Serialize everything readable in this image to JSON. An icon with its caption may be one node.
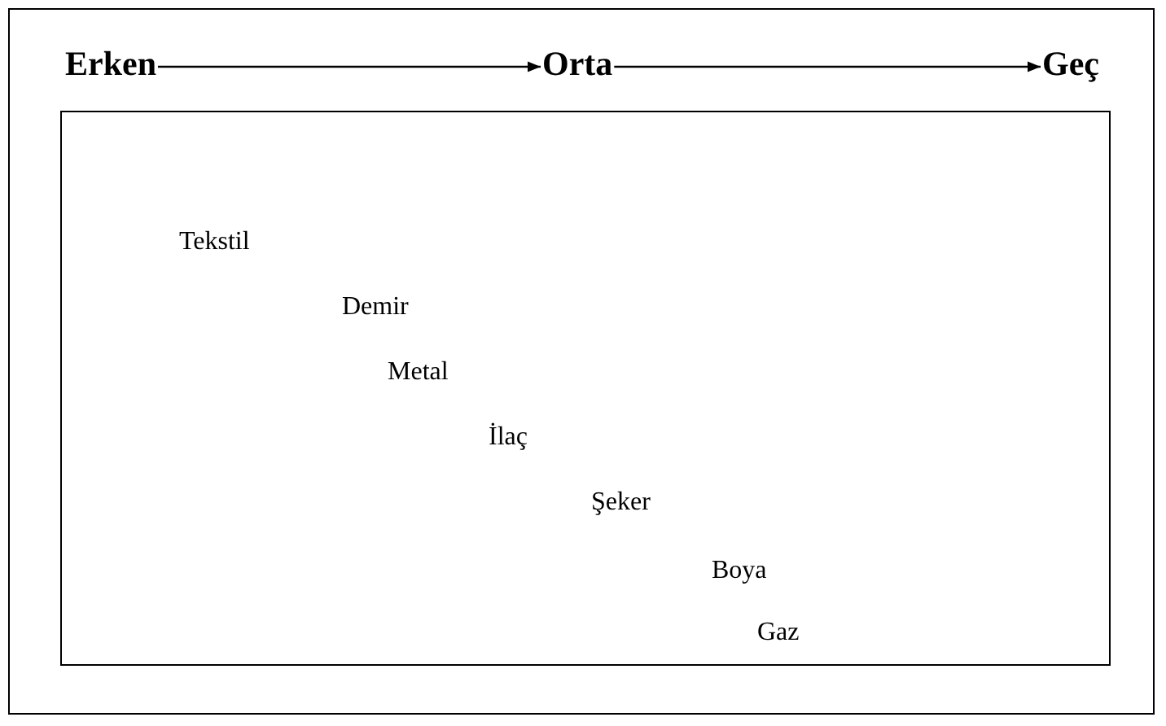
{
  "diagram": {
    "nodes": [
      {
        "text": [
          "Erken"
        ]
      },
      {
        "text": [
          "Orta"
        ]
      },
      {
        "text": [
          "Geç"
        ]
      },
      {
        "text": [
          "Tekstil",
          "Demir",
          "Metal",
          "İlaç",
          "Şeker",
          "Boya",
          "Gaz"
        ]
      }
    ],
    "edges": [
      {
        "from": 0,
        "to": 1,
        "arrow": "to"
      },
      {
        "from": 1,
        "to": 2,
        "arrow": "to"
      }
    ]
  }
}
